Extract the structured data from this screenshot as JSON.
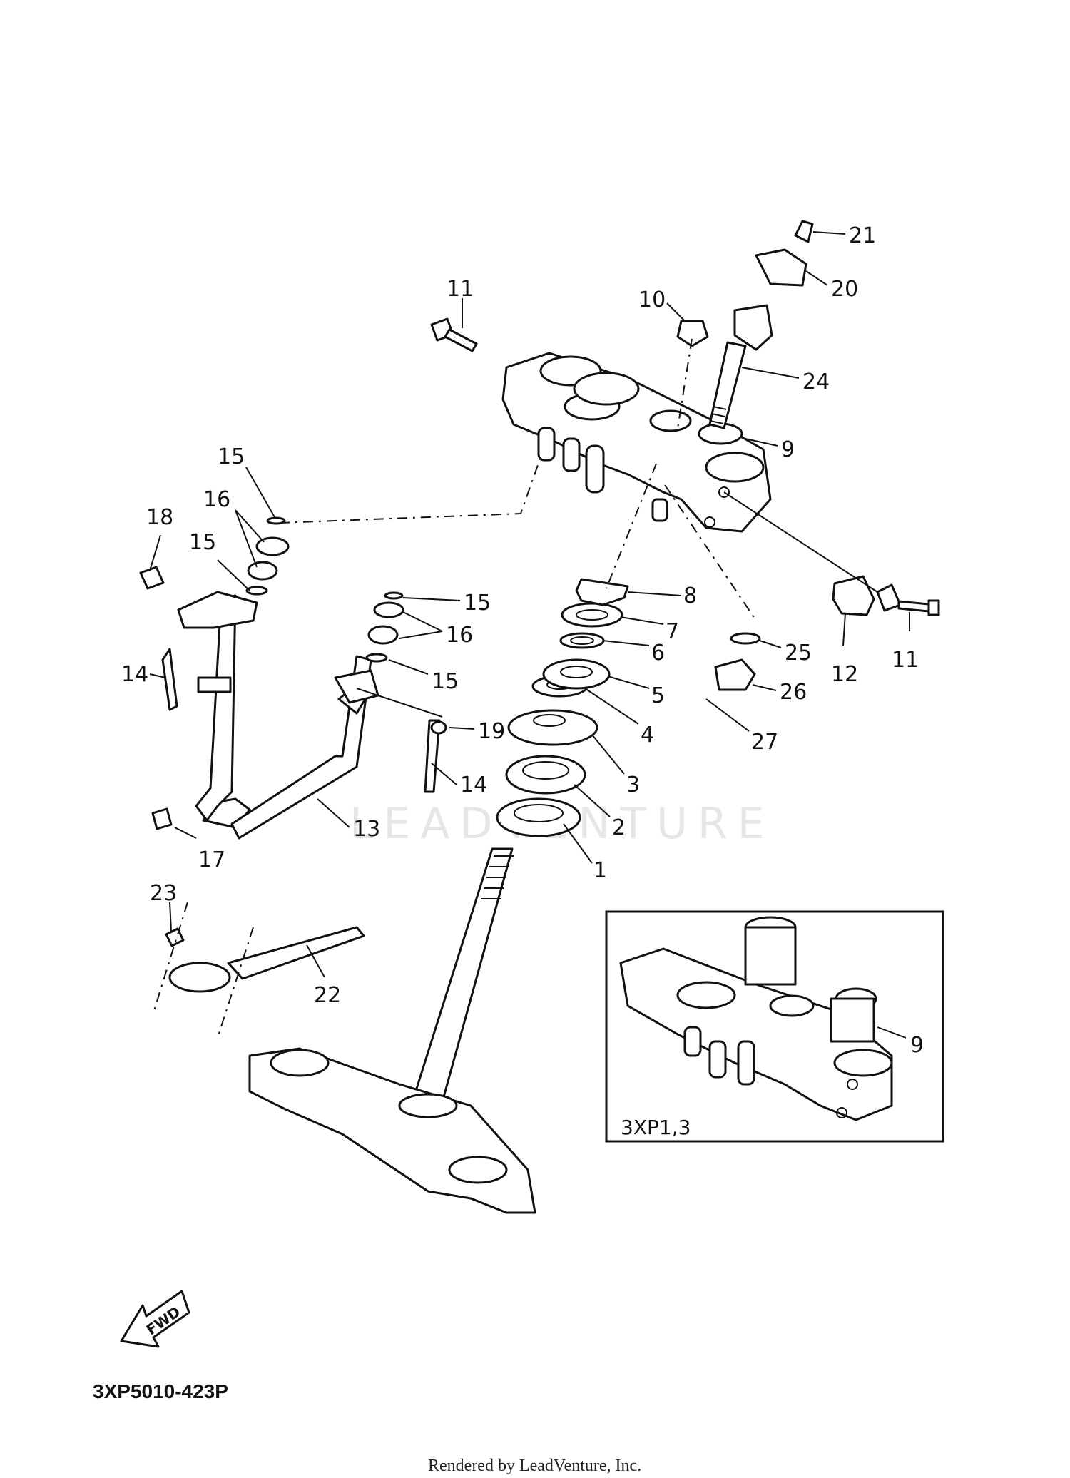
{
  "diagram": {
    "part_code": "3XP5010-423P",
    "inset_label": "3XP1,3",
    "fwd_label": "FWD",
    "watermark": "LEADVENTURE",
    "footer": "Rendered by LeadVenture, Inc.",
    "callouts": [
      "1",
      "2",
      "3",
      "4",
      "5",
      "6",
      "7",
      "8",
      "9",
      "10",
      "11",
      "12",
      "13",
      "14",
      "15",
      "16",
      "17",
      "18",
      "19",
      "20",
      "21",
      "22",
      "23",
      "24",
      "25",
      "26",
      "27"
    ]
  }
}
